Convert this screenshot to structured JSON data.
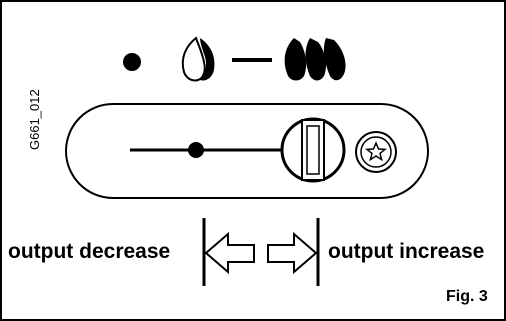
{
  "figure": {
    "code": "G661_012",
    "decrease_label": "output decrease",
    "increase_label": "output increase",
    "caption": "Fig. 3"
  },
  "icons": {
    "off_dot": "filled-dot-icon",
    "small_flame": "small-flame-icon",
    "large_flame": "large-flame-icon",
    "left_arrow": "left-arrow-icon",
    "right_arrow": "right-arrow-icon",
    "control_knob": "knob-icon",
    "star_button": "star-button-icon"
  },
  "colors": {
    "ink": "#000000",
    "background": "#ffffff"
  }
}
